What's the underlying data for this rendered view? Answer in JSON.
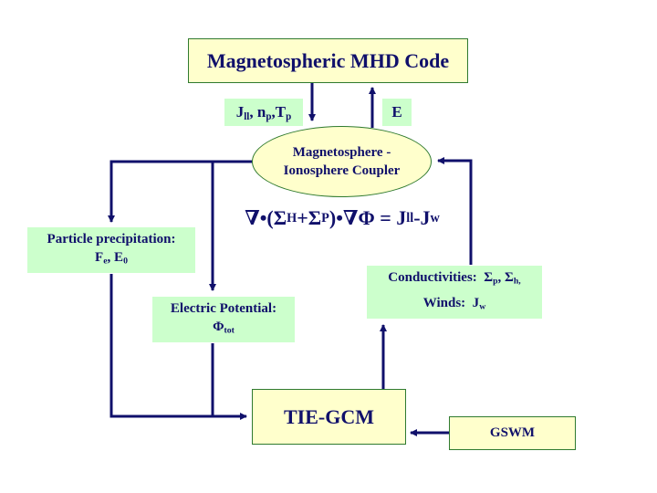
{
  "diagram": {
    "mhd_code": "Magnetospheric MHD Code",
    "down_label": {
      "J": "J",
      "J_sub": "ll",
      "sep1": ", ",
      "n": "n",
      "n_sub": "p",
      "sep2": ",",
      "T": "T",
      "T_sub": "p"
    },
    "up_label": "E",
    "coupler": {
      "line1": "Magnetosphere -",
      "line2": "Ionosphere Coupler"
    },
    "equation": {
      "p1": "∇•(Σ",
      "sub_H": "H",
      "p2": "+Σ",
      "sub_P": "P",
      "p3": ")•∇Φ = J",
      "sub_ll": "ll",
      "p4": "-J",
      "sub_w": "w"
    },
    "particle": {
      "line1": "Particle precipitation:",
      "F": "F",
      "F_sub": "e",
      "sep": ", E",
      "E_sub": "0"
    },
    "potential": {
      "line1": "Electric Potential:",
      "phi": "Φ",
      "phi_sub": "tot"
    },
    "conductivities": {
      "label": "Conductivities:  Σ",
      "sub_p": "p",
      "sep": ", Σ",
      "sub_h": "h,",
      "winds": "Winds:  J",
      "sub_w": "w"
    },
    "tiegcm": "TIE-GCM",
    "gswm": "GSWM"
  },
  "colors": {
    "arrow": "#10106b",
    "yellow_fill": "#ffffcc",
    "green_fill": "#ccffcc",
    "border": "#2f7a2f"
  }
}
